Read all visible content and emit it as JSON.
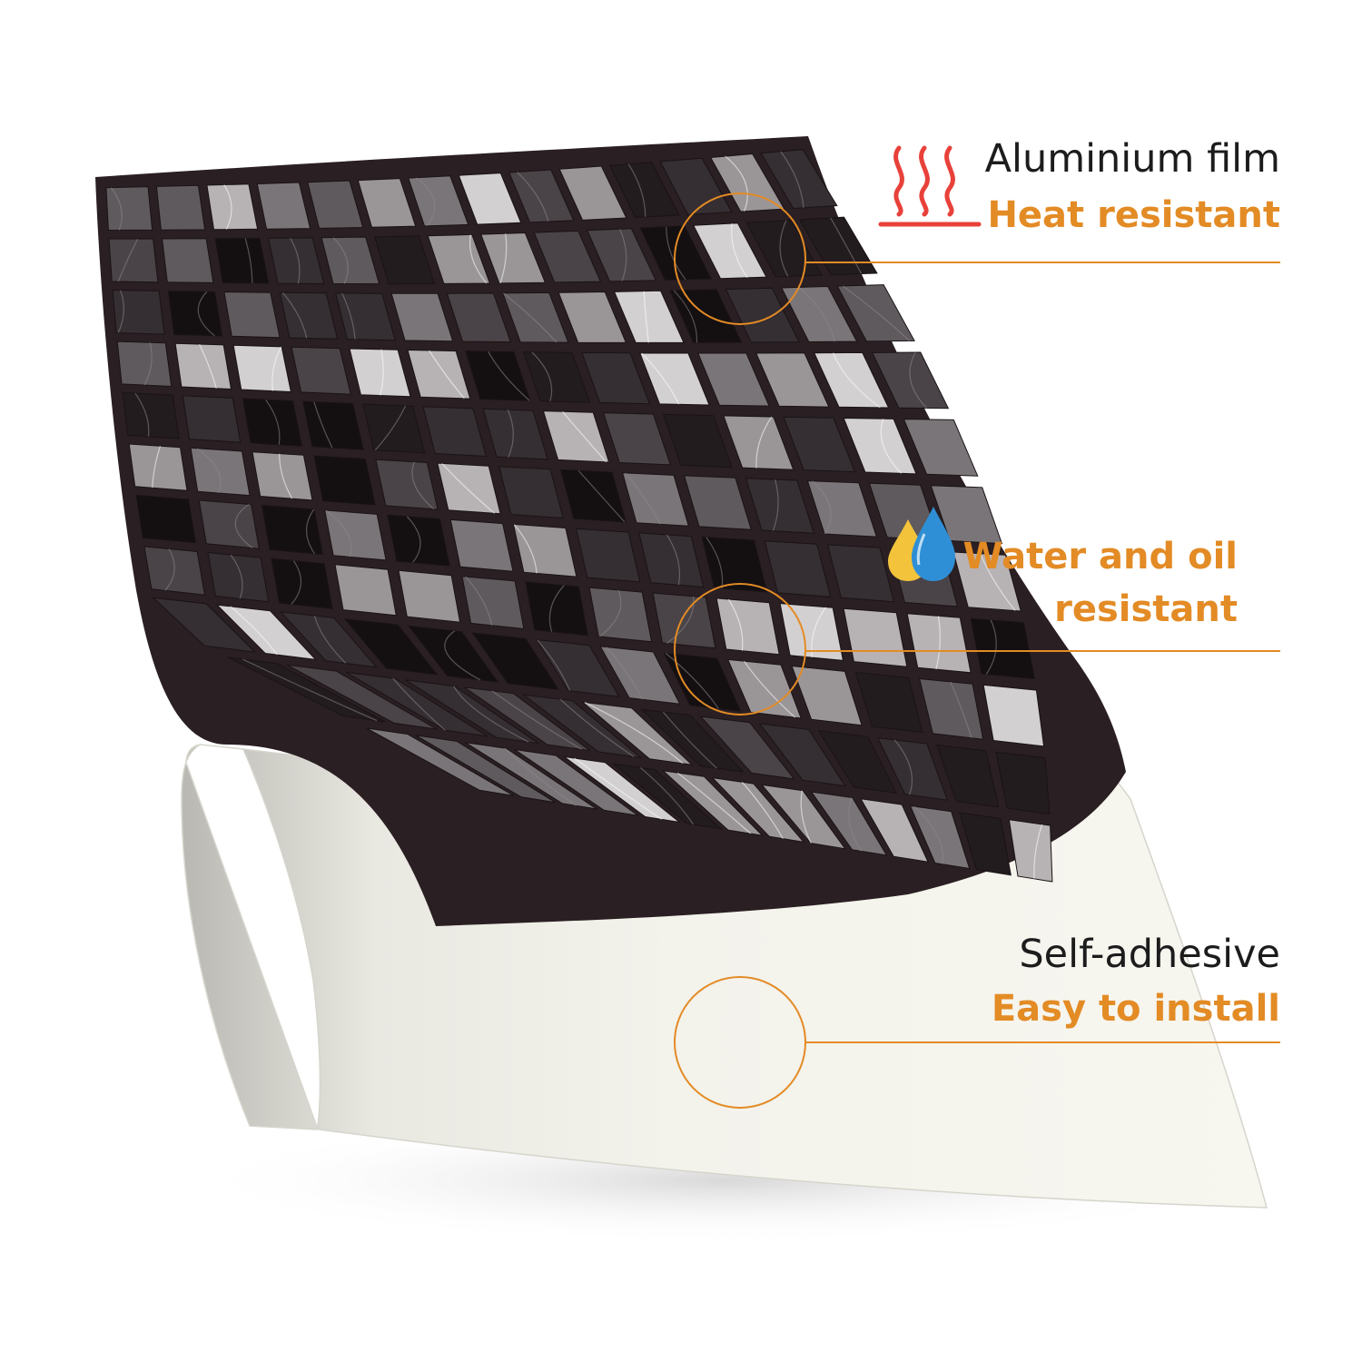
{
  "features": [
    {
      "title": "Aluminium film",
      "subtitle": "Heat resistant",
      "icon": "heat-waves-icon"
    },
    {
      "title": "",
      "subtitle": "Water and oil",
      "subtitle2": "resistant",
      "icon": "water-oil-drops-icon"
    },
    {
      "title": "Self-adhesive",
      "subtitle": "Easy to install",
      "icon": ""
    }
  ],
  "colors": {
    "accent": "#e38b25",
    "heat_icon": "#e8413a",
    "water_drop": "#2f8fd6",
    "oil_drop": "#f2c33b",
    "tile_grout": "#2a1f22",
    "backing_paper": "#f1f0e9",
    "text": "#1c1c1c"
  },
  "product": {
    "material": "marble mosaic peel and stick tile",
    "tile_palette": [
      "#141012",
      "#231c1f",
      "#352e32",
      "#4a4448",
      "#5f5a5e",
      "#7a7578",
      "#9a9698",
      "#b7b3b5",
      "#d3d0d1"
    ]
  }
}
